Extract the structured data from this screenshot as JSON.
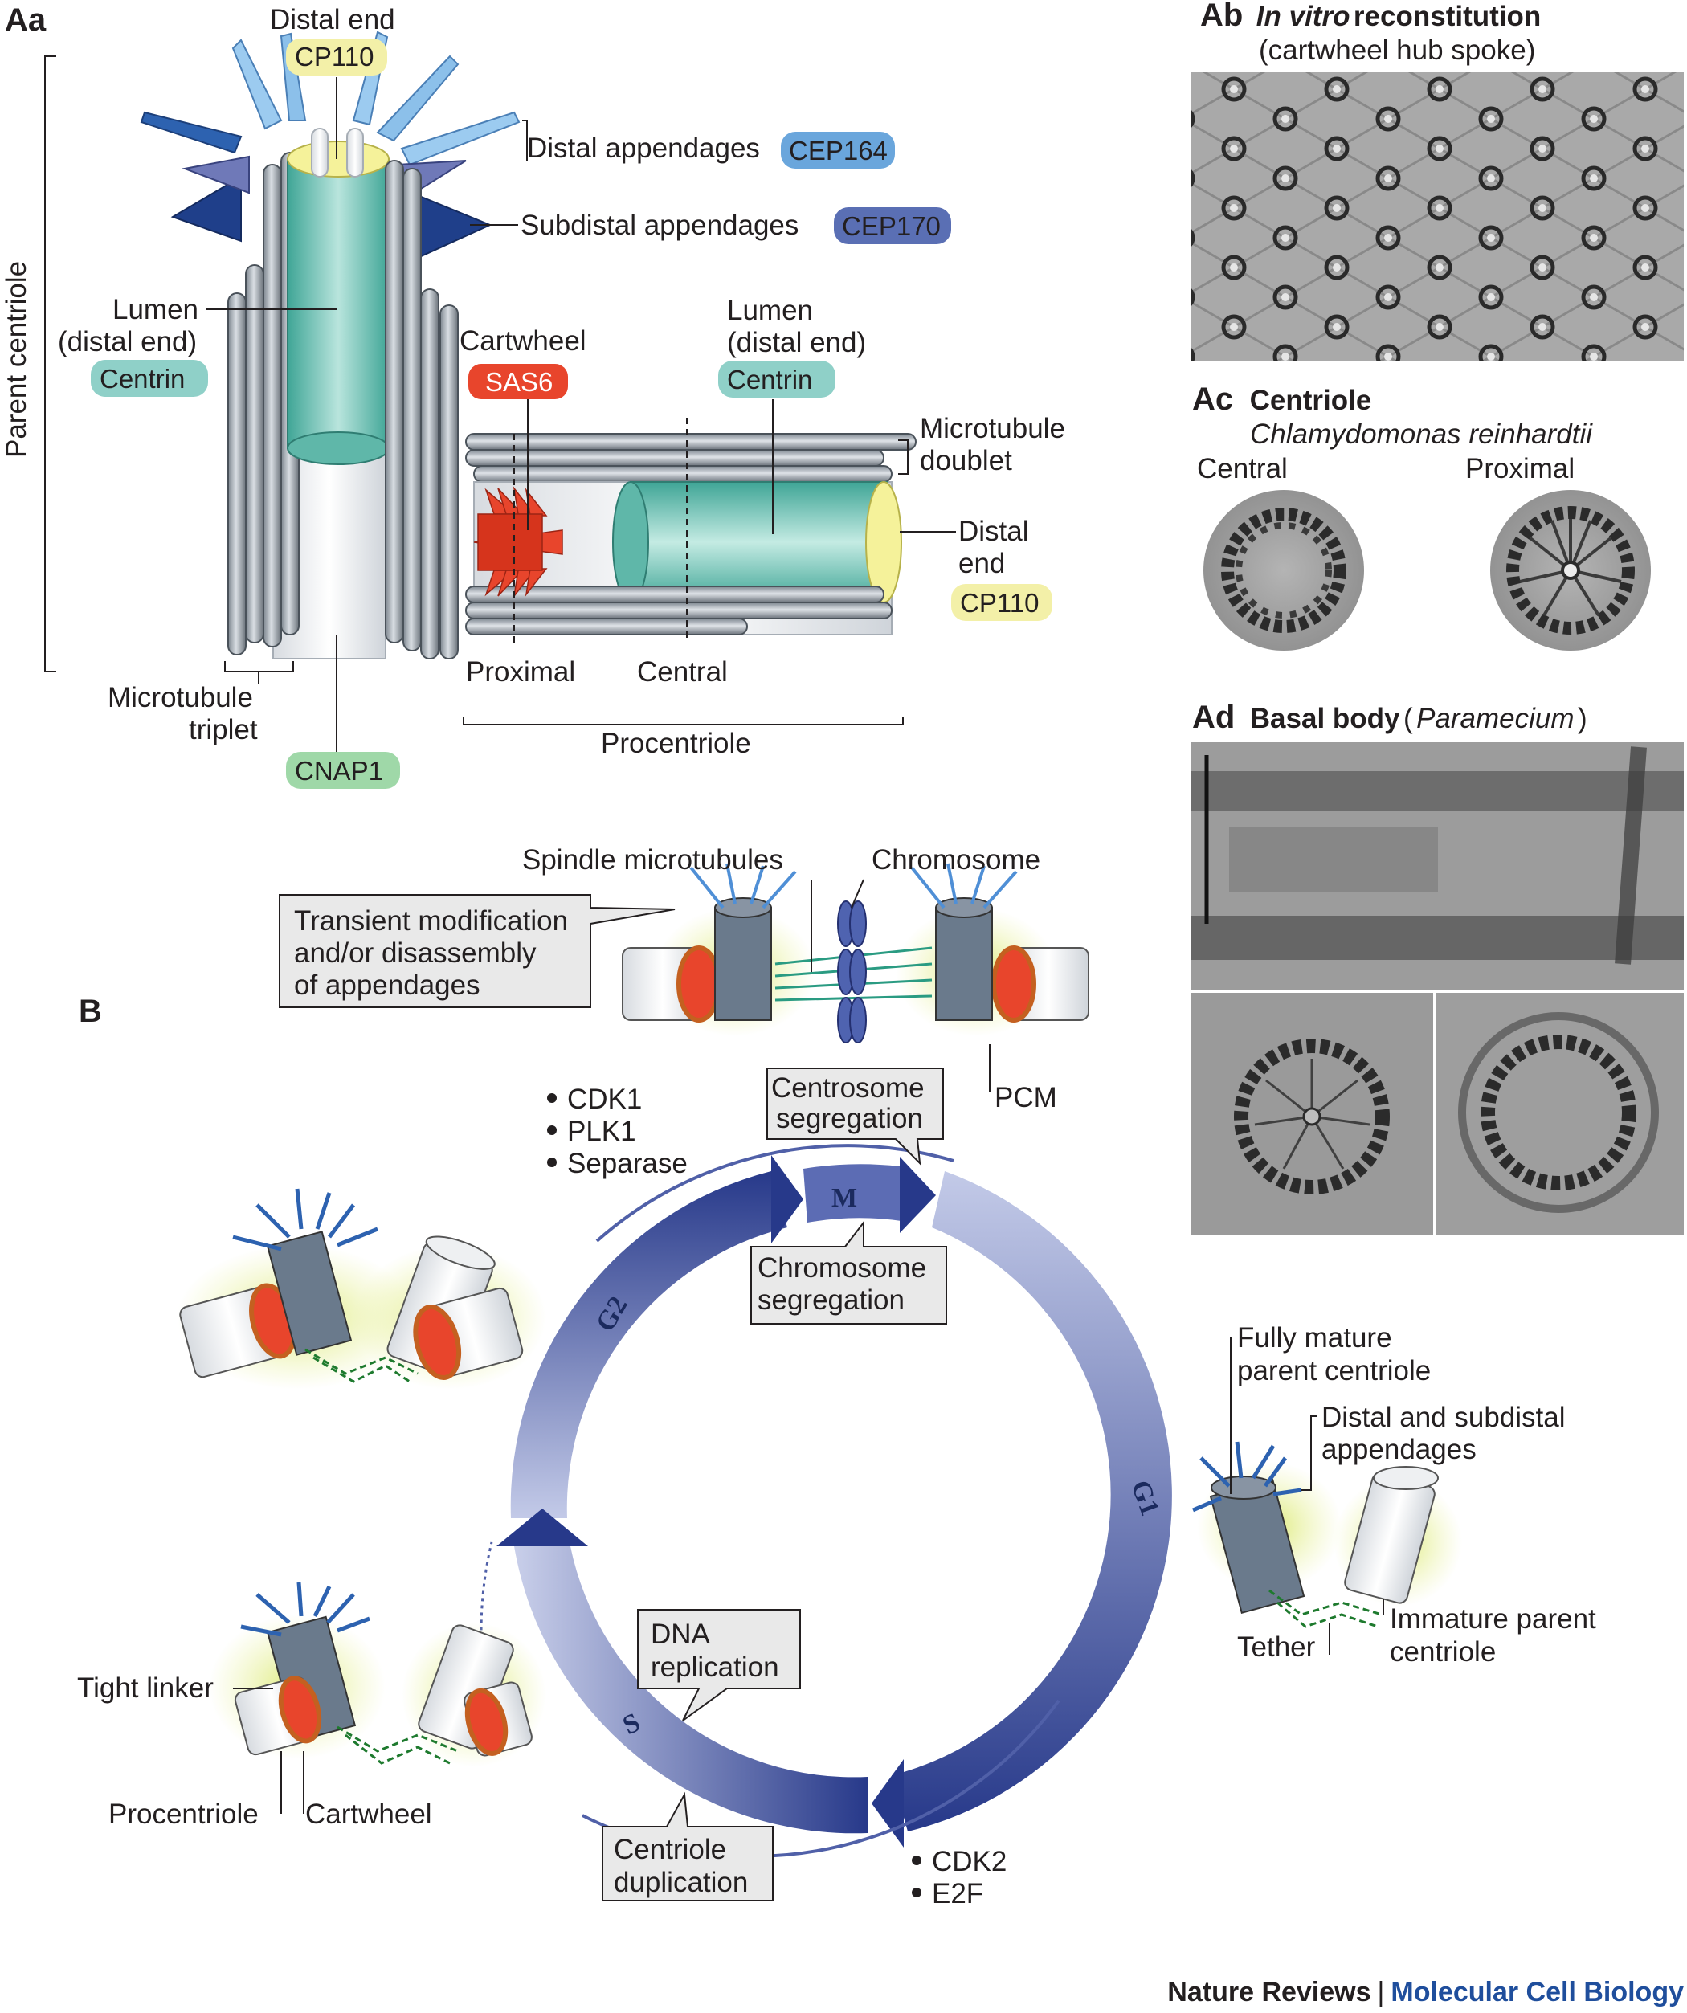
{
  "panels": {
    "Aa": "Aa",
    "Ab": "Ab",
    "Ac": "Ac",
    "Ad": "Ad",
    "B": "B"
  },
  "panel_Aa": {
    "distal_end": "Distal end",
    "cp110": "CP110",
    "distal_appendages": "Distal appendages",
    "cep164": "CEP164",
    "subdistal_appendages": "Subdistal appendages",
    "cep170": "CEP170",
    "lumen_1": "Lumen",
    "lumen_2": "(distal end)",
    "centrin": "Centrin",
    "parent_centriole": "Parent centriole",
    "microtubule_triplet_1": "Microtubule",
    "microtubule_triplet_2": "triplet",
    "cnap1": "CNAP1",
    "cartwheel": "Cartwheel",
    "sas6": "SAS6",
    "procentriole_lumen_1": "Lumen",
    "procentriole_lumen_2": "(distal end)",
    "procentriole_centrin": "Centrin",
    "microtubule_doublet_1": "Microtubule",
    "microtubule_doublet_2": "doublet",
    "distal_end_1": "Distal",
    "distal_end_2": "end",
    "procentriole_cp110": "CP110",
    "proximal": "Proximal",
    "central": "Central",
    "procentriole": "Procentriole"
  },
  "panel_Ab": {
    "title_italic": "In vitro",
    "title_rest": " reconstitution",
    "subtitle": "(cartwheel hub spoke)"
  },
  "panel_Ac": {
    "title": "Centriole",
    "species": "Chlamydomonas reinhardtii",
    "left_label": "Central",
    "right_label": "Proximal"
  },
  "panel_Ad": {
    "title": "Basal body",
    "species_open": " (",
    "species": "Paramecium",
    "species_close": ")"
  },
  "panel_B": {
    "spindle_microtubules": "Spindle microtubules",
    "chromosome": "Chromosome",
    "transient_1": "Transient modification",
    "transient_2": "and/or disassembly",
    "transient_3": "of appendages",
    "pcm": "PCM",
    "mitotic_kinases": [
      "CDK1",
      "PLK1",
      "Separase"
    ],
    "centrosome_segregation_1": "Centrosome",
    "centrosome_segregation_2": "segregation",
    "chromosome_segregation_1": "Chromosome",
    "chromosome_segregation_2": "segregation",
    "phase_m": "M",
    "phase_g1": "G1",
    "phase_g2": "G2",
    "phase_s": "S",
    "fully_mature_1": "Fully mature",
    "fully_mature_2": "parent centriole",
    "appendages_1": "Distal and subdistal",
    "appendages_2": "appendages",
    "tether": "Tether",
    "immature_1": "Immature parent",
    "immature_2": "centriole",
    "dna_replication_1": "DNA",
    "dna_replication_2": "replication",
    "centriole_duplication_1": "Centriole",
    "centriole_duplication_2": "duplication",
    "s_kinases": [
      "CDK2",
      "E2F"
    ],
    "tight_linker": "Tight linker",
    "procentriole": "Procentriole",
    "cartwheel": "Cartwheel"
  },
  "footer": {
    "journal": "Nature Reviews",
    "separator": "|",
    "section": "Molecular Cell Biology"
  },
  "colors": {
    "cp110": "#f3f0a8",
    "cep164": "#6aa6dc",
    "cep170": "#5a6fb4",
    "centrin": "#8fd0c8",
    "cnap1": "#9fd8a8",
    "sas6": "#e8452c",
    "cycle_dark": "#2a3f8c",
    "cycle_light": "#c7cde8"
  }
}
